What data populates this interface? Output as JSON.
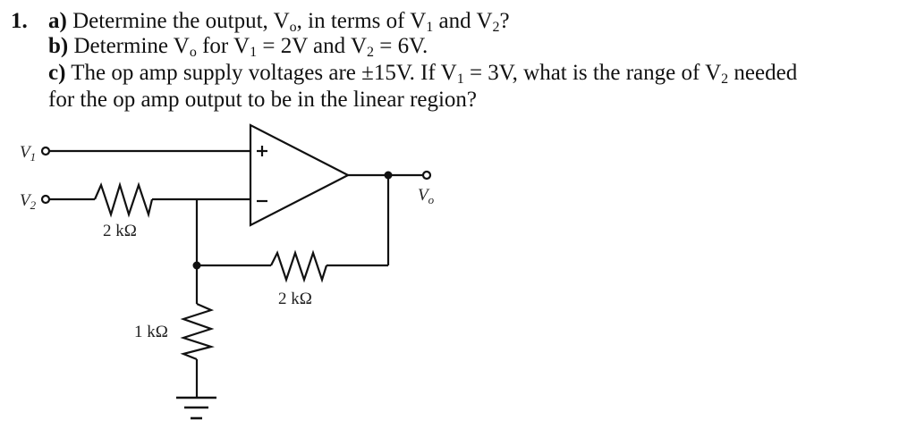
{
  "problem": {
    "number": "1.",
    "parts": [
      {
        "label": "a)",
        "text_pre": " Determine the output, V",
        "sub1": "o",
        "text_mid": ", in terms of V",
        "sub2": "1",
        "text_mid2": " and V",
        "sub3": "2",
        "text_post": "?"
      },
      {
        "label": "b)",
        "text_pre": " Determine V",
        "sub1": "o",
        "text_mid": " for V",
        "sub2": "1",
        "text_mid2": " = 2V and V",
        "sub3": "2",
        "text_post": " = 6V."
      },
      {
        "label": "c)",
        "text_pre": " The op amp supply voltages are ±15V. If V",
        "sub1": "1",
        "text_mid": " = 3V, what is the range of V",
        "sub2": "2",
        "text_post": " needed"
      },
      {
        "text": "for the op amp output to be in the linear region?"
      }
    ]
  },
  "circuit": {
    "inputs": [
      {
        "name": "V",
        "sub": "1"
      },
      {
        "name": "V",
        "sub": "2"
      }
    ],
    "output": {
      "name": "V",
      "sub": "o"
    },
    "opamp": {
      "plus": "+",
      "minus": "−"
    },
    "resistors": [
      {
        "id": "R_in",
        "value": "2 kΩ"
      },
      {
        "id": "R_feedback",
        "value": "2 kΩ"
      },
      {
        "id": "R_ground",
        "value": "1 kΩ"
      }
    ]
  }
}
